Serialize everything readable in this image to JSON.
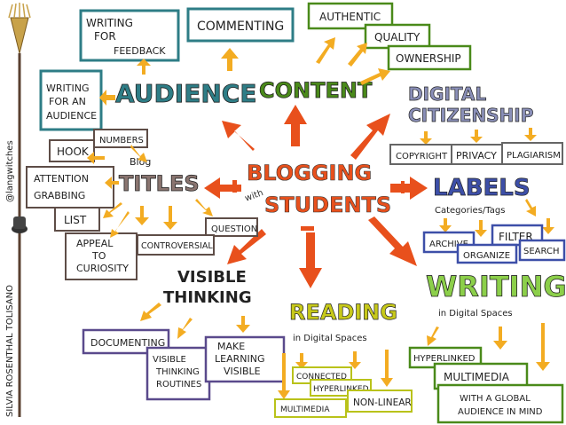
{
  "center": {
    "line1": "BLOGGING",
    "with": "with",
    "line2": "STUDENTS"
  },
  "author": {
    "name": "SILVIA ROSENTHAL TOLISANO",
    "handle": "@langwitches"
  },
  "audience": {
    "title": "AUDIENCE",
    "writing_feedback": [
      "WRITING",
      "FOR",
      "FEEDBACK"
    ],
    "commenting": "COMMENTING",
    "writing_audience": [
      "WRITING",
      "FOR AN",
      "AUDIENCE"
    ]
  },
  "content": {
    "title": "CONTENT",
    "authentic": "AUTHENTIC",
    "quality": "QUALITY",
    "ownership": "OWNERSHIP"
  },
  "digital_citizenship": {
    "title1": "DIGITAL",
    "title2": "CITIZENSHIP",
    "copyright": "COPYRIGHT",
    "privacy": "PRIVACY",
    "plagiarism": "PLAGIARISM"
  },
  "titles": {
    "title": "TITLES",
    "blog": "Blog",
    "numbers": "NUMBERS",
    "hook": "HOOK",
    "attention": [
      "ATTENTION",
      "GRABBING"
    ],
    "list": "LIST",
    "appeal": [
      "APPEAL",
      "TO",
      "CURIOSITY"
    ],
    "question": "QUESTION",
    "controversial": "CONTROVERSIAL"
  },
  "labels": {
    "title": "LABELS",
    "subtitle": "Categories/Tags",
    "archive": "ARCHIVE",
    "filter": "FILTER",
    "organize": "ORGANIZE",
    "search": "SEARCH"
  },
  "visible_thinking": {
    "title1": "VISIBLE",
    "title2": "THINKING",
    "documenting": "DOCUMENTING",
    "routines": [
      "VISIBLE",
      "THINKING",
      "ROUTINES"
    ],
    "make_visible": [
      "MAKE",
      "LEARNING",
      "VISIBLE"
    ]
  },
  "reading": {
    "title": "READING",
    "subtitle": "in Digital Spaces",
    "connected": "CONNECTED",
    "hyperlinked": "HYPERLINKED",
    "multimedia": "MULTIMEDIA",
    "nonlinear": "NON-LINEAR"
  },
  "writing": {
    "title": "WRITING",
    "subtitle": "in Digital Spaces",
    "hyperlinked": "HYPERLINKED",
    "multimedia": "MULTIMEDIA",
    "global": [
      "WITH A GLOBAL",
      "AUDIENCE IN MIND"
    ]
  },
  "colors": {
    "orange": "#e8501c",
    "teal": "#2e7d86",
    "green": "#4a8a1a",
    "blue": "#3d4fa8",
    "purple": "#5a4a8c",
    "dark": "#2d2d2d",
    "titlegray": "#555555",
    "yellow": "#f3ac22",
    "olive": "#b9c21a"
  }
}
